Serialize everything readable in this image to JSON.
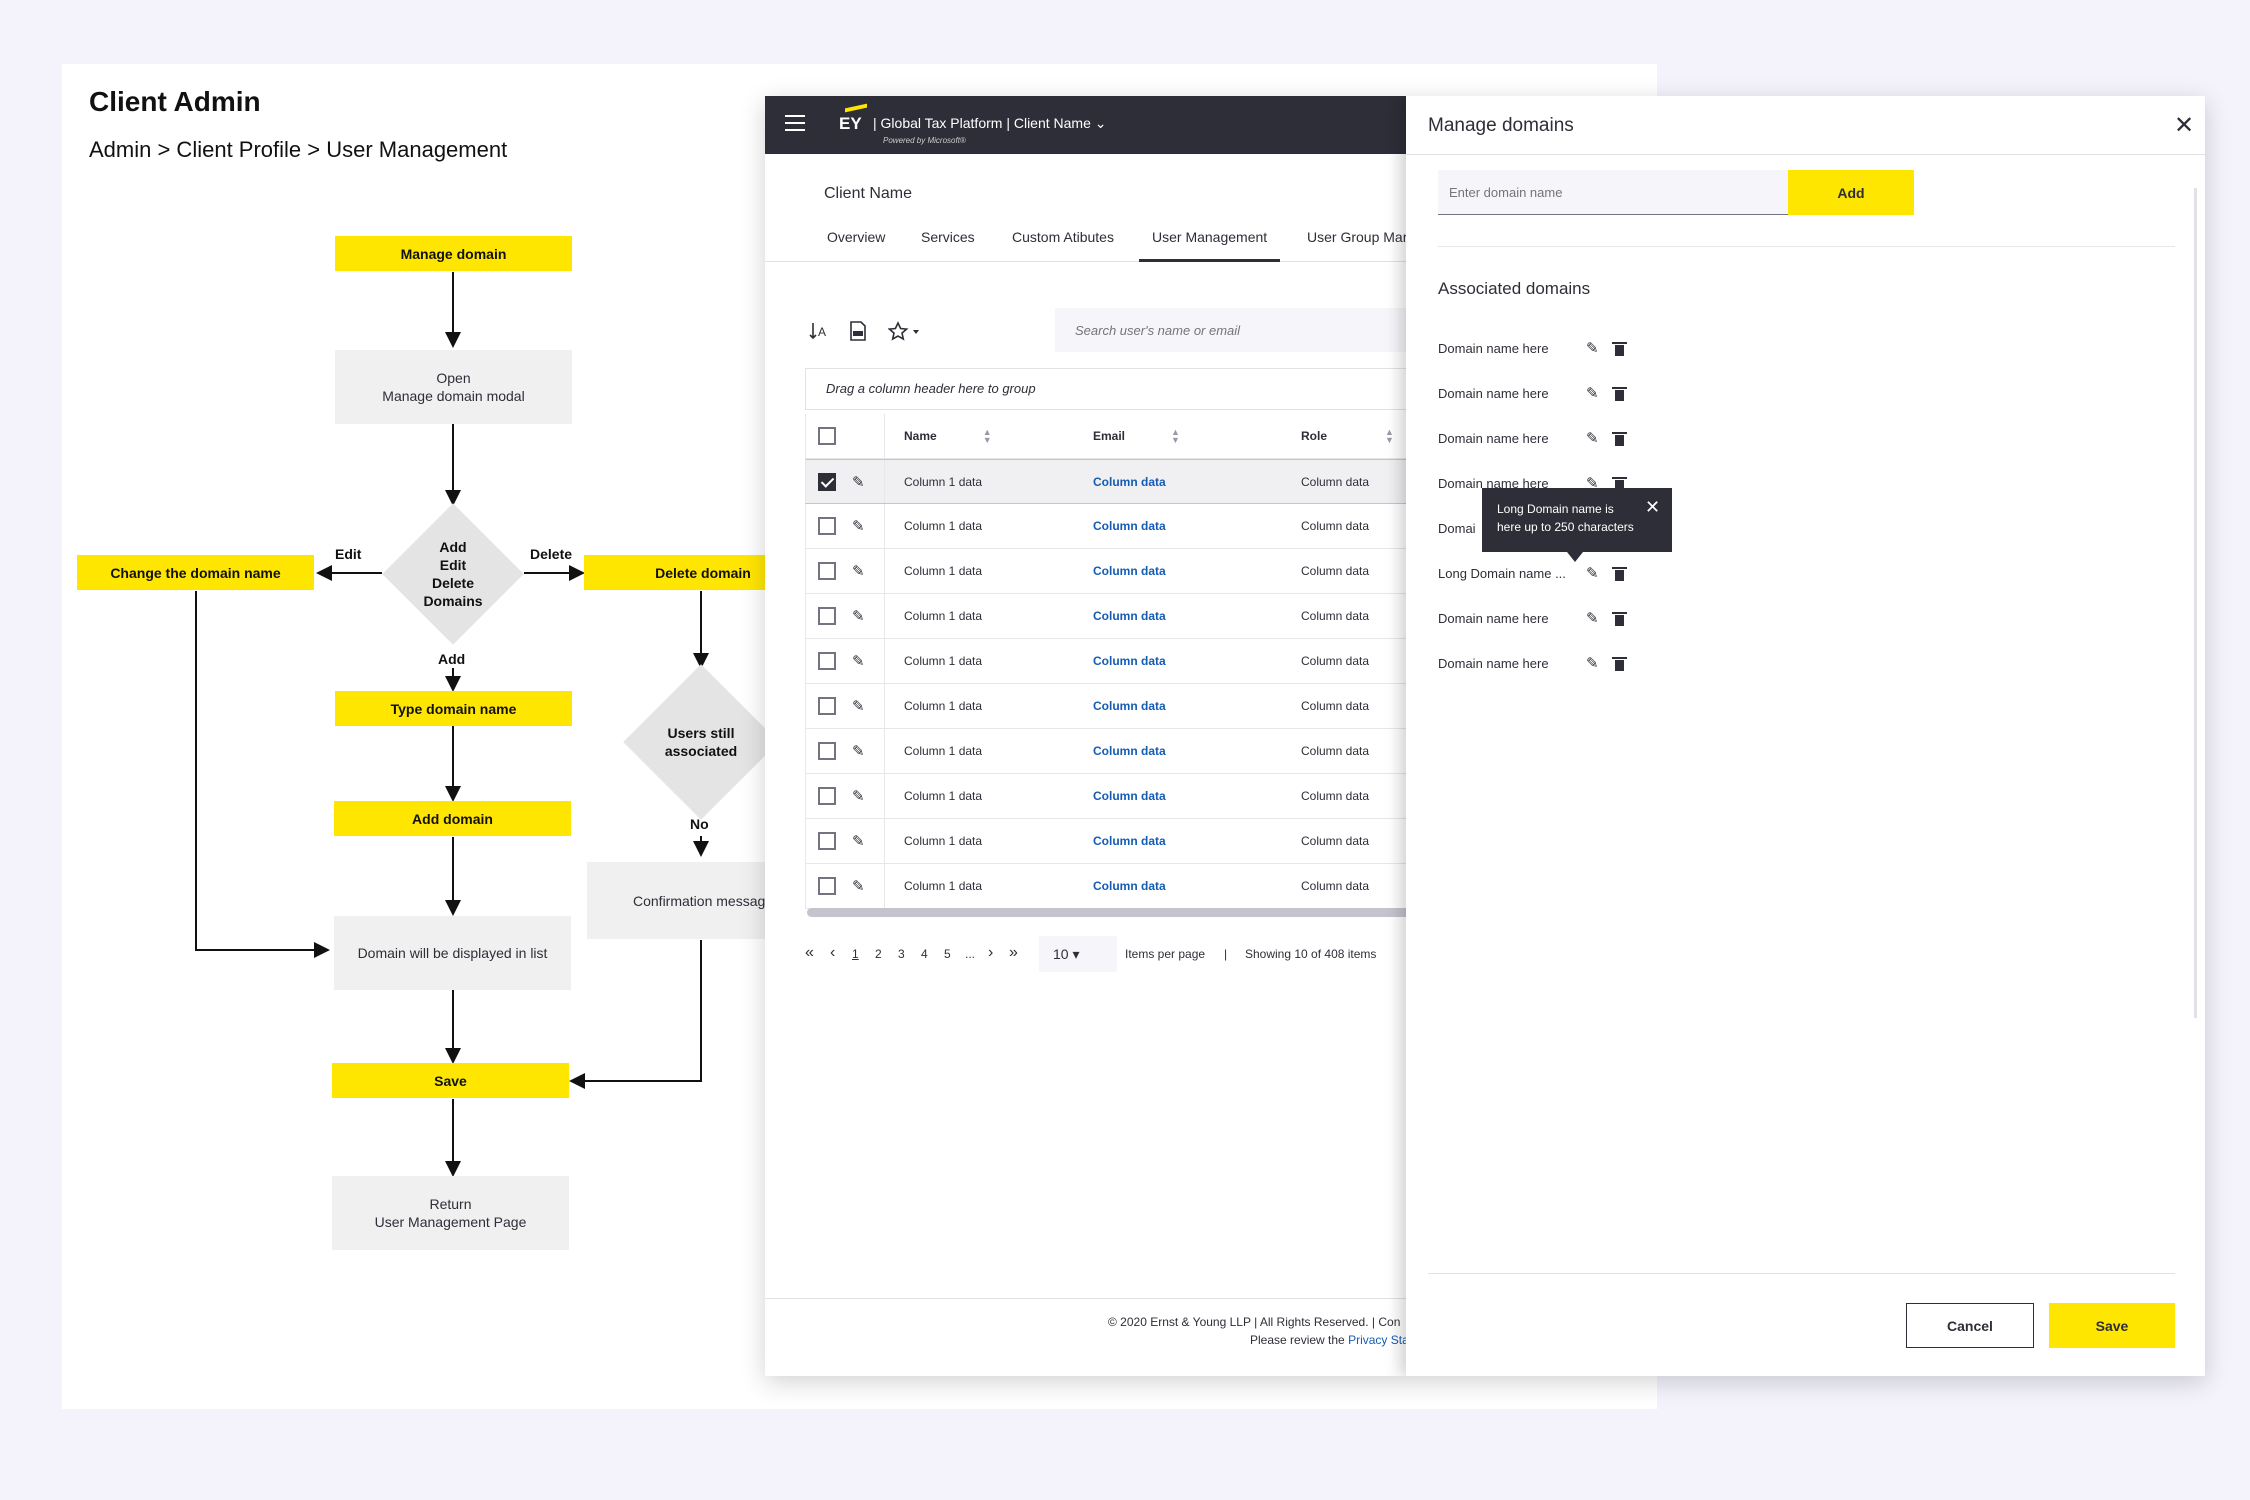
{
  "board": {
    "title": "Client Admin",
    "breadcrumb": "Admin > Client Profile > User Management"
  },
  "flow": {
    "manage_domain": "Manage domain",
    "open_modal_1": "Open",
    "open_modal_2": "Manage domain modal",
    "decision_1": "Add",
    "decision_2": "Edit",
    "decision_3": "Delete",
    "decision_4": "Domains",
    "edge_edit": "Edit",
    "edge_delete": "Delete",
    "edge_add": "Add",
    "change_name": "Change the domain name",
    "delete_domain": "Delete domain",
    "type_name": "Type domain name",
    "users_assoc_1": "Users still",
    "users_assoc_2": "associated",
    "edge_no": "No",
    "add_domain": "Add domain",
    "confirmation": "Confirmation messag",
    "displayed": "Domain will be displayed in list",
    "save": "Save",
    "return_1": "Return",
    "return_2": "User Management Page"
  },
  "app": {
    "brand": "EY",
    "platform": "| Global Tax Platform | Client Name ⌄",
    "powered": "Powered by Microsoft®",
    "client_name": "Client Name",
    "tabs": [
      "Overview",
      "Services",
      "Custom Atibutes",
      "User Management",
      "User Group Mar"
    ],
    "search_placeholder": "Search user's name or email",
    "group_hint": "Drag a column header here to group",
    "columns": [
      "Name",
      "Email",
      "Role"
    ],
    "rows": [
      {
        "name": "Column 1 data",
        "email": "Column data",
        "role": "Column data",
        "checked": true
      },
      {
        "name": "Column 1 data",
        "email": "Column data",
        "role": "Column data",
        "checked": false
      },
      {
        "name": "Column 1 data",
        "email": "Column data",
        "role": "Column data",
        "checked": false
      },
      {
        "name": "Column 1 data",
        "email": "Column data",
        "role": "Column data",
        "checked": false
      },
      {
        "name": "Column 1 data",
        "email": "Column data",
        "role": "Column data",
        "checked": false
      },
      {
        "name": "Column 1 data",
        "email": "Column data",
        "role": "Column data",
        "checked": false
      },
      {
        "name": "Column 1 data",
        "email": "Column data",
        "role": "Column data",
        "checked": false
      },
      {
        "name": "Column 1 data",
        "email": "Column data",
        "role": "Column data",
        "checked": false
      },
      {
        "name": "Column 1 data",
        "email": "Column data",
        "role": "Column data",
        "checked": false
      },
      {
        "name": "Column 1 data",
        "email": "Column data",
        "role": "Column data",
        "checked": false
      }
    ],
    "pager": {
      "first": "«",
      "prev": "‹",
      "pages": [
        "1",
        "2",
        "3",
        "4",
        "5",
        "..."
      ],
      "next": "›",
      "last": "»",
      "page_size": "10 ▾",
      "items_per_page": "Items per page",
      "separator": "|",
      "showing": "Showing 10 of 408 items"
    },
    "footer": {
      "line1": "© 2020 Ernst & Young LLP | All Rights Reserved. | Con",
      "line2_prefix": "Please review the ",
      "line2_link": "Privacy Sta"
    }
  },
  "panel": {
    "title": "Manage domains",
    "input_placeholder": "Enter domain name",
    "add_label": "Add",
    "associated_title": "Associated domains",
    "domains": [
      "Domain name here",
      "Domain name here",
      "Domain name here",
      "Domain name here",
      "Domai",
      "Long Domain name ...",
      "Domain name here",
      "Domain name here"
    ],
    "tooltip_line1": "Long Domain name is",
    "tooltip_line2": "here up to 250 characters",
    "cancel_label": "Cancel",
    "save_label": "Save"
  }
}
